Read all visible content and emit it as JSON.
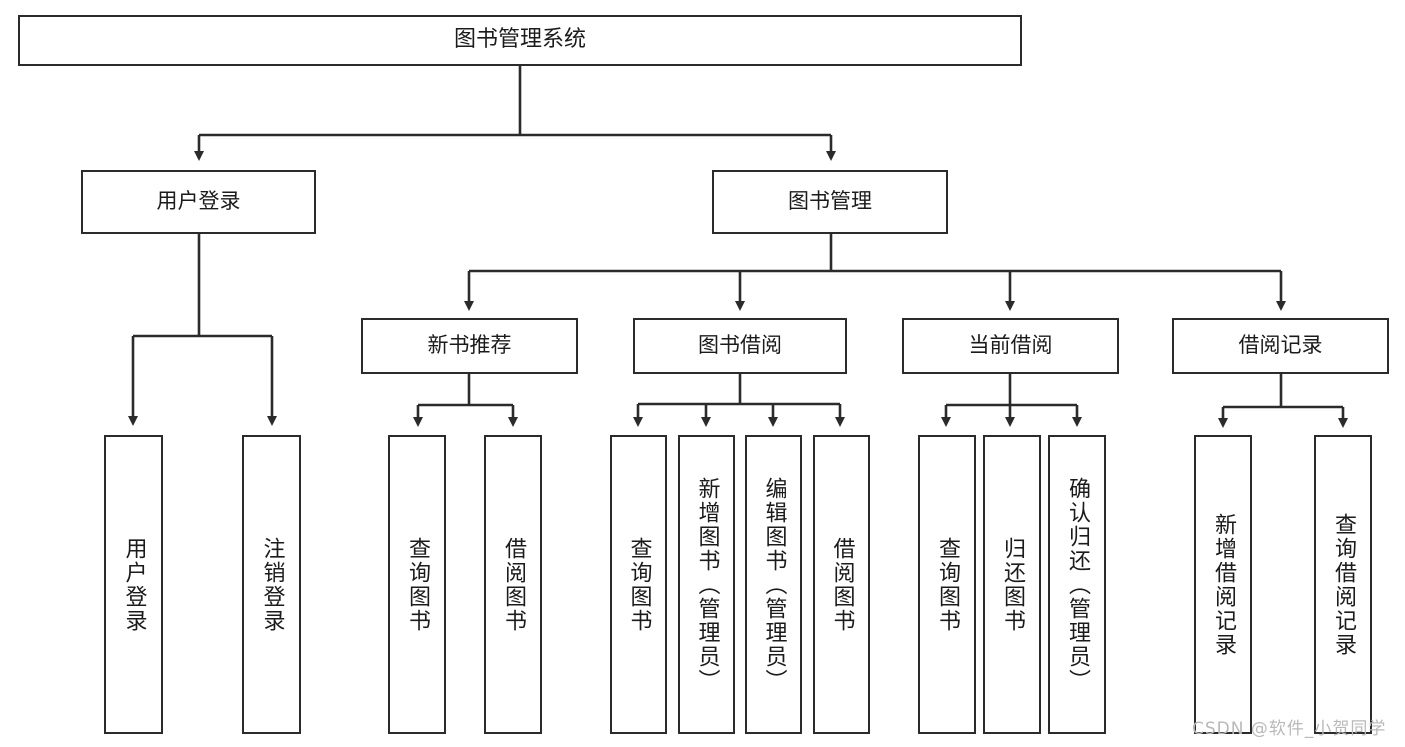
{
  "diagram": {
    "type": "tree",
    "title": "图书管理系统",
    "colors": {
      "stroke": "#2b2b2b",
      "box_fill": "#ffffff",
      "text": "#1b1b1b",
      "watermark": "#b9b9b9",
      "background": "#ffffff"
    },
    "root": {
      "id": "root",
      "label": "图书管理系统"
    },
    "level2": [
      {
        "id": "user-login",
        "label": "用户登录"
      },
      {
        "id": "book-manage",
        "label": "图书管理"
      }
    ],
    "level3": [
      {
        "id": "new-book-recommend",
        "label": "新书推荐"
      },
      {
        "id": "book-borrow",
        "label": "图书借阅"
      },
      {
        "id": "current-borrow",
        "label": "当前借阅"
      },
      {
        "id": "borrow-record",
        "label": "借阅记录"
      }
    ],
    "leaves": [
      {
        "id": "leaf-user-login",
        "label": "用户登录",
        "parent": "user-login"
      },
      {
        "id": "leaf-logout",
        "label": "注销登录",
        "parent": "user-login"
      },
      {
        "id": "leaf-query-book-1",
        "label": "查询图书",
        "parent": "new-book-recommend"
      },
      {
        "id": "leaf-borrow-book-1",
        "label": "借阅图书",
        "parent": "new-book-recommend"
      },
      {
        "id": "leaf-query-book-2",
        "label": "查询图书",
        "parent": "book-borrow"
      },
      {
        "id": "leaf-add-book",
        "label": "新增图书（管理员）",
        "parent": "book-borrow"
      },
      {
        "id": "leaf-edit-book",
        "label": "编辑图书（管理员）",
        "parent": "book-borrow"
      },
      {
        "id": "leaf-borrow-book-2",
        "label": "借阅图书",
        "parent": "book-borrow"
      },
      {
        "id": "leaf-query-book-3",
        "label": "查询图书",
        "parent": "current-borrow"
      },
      {
        "id": "leaf-return-book",
        "label": "归还图书",
        "parent": "current-borrow"
      },
      {
        "id": "leaf-confirm-return",
        "label": "确认归还（管理员）",
        "parent": "current-borrow"
      },
      {
        "id": "leaf-add-record",
        "label": "新增借阅记录",
        "parent": "borrow-record"
      },
      {
        "id": "leaf-query-record",
        "label": "查询借阅记录",
        "parent": "borrow-record"
      }
    ],
    "watermark": "CSDN @软件_小贺同学"
  }
}
